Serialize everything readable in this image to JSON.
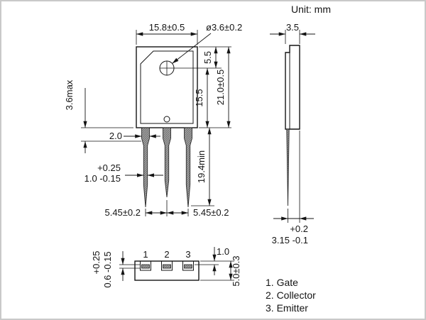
{
  "unit": "Unit: mm",
  "front": {
    "width": "15.8±0.5",
    "hole": "ø3.6±0.2",
    "top_to_hole": "5.5",
    "hole_to_base": "15.5",
    "height": "21.0±0.5",
    "shoulder_max": "3.6max",
    "lead_shoulder_width": "2.0",
    "lead_width_plus": "+0.25",
    "lead_width": "1.0 -0.15",
    "lead_length": "19.4min",
    "pitch_left": "5.45±0.2",
    "pitch_right": "5.45±0.2"
  },
  "side": {
    "width": "3.5",
    "thickness_plus": "+0.2",
    "thickness": "3.15 -0.1"
  },
  "bottom": {
    "pin1": "1",
    "pin2": "2",
    "pin3": "3",
    "lead_thickness_plus": "+0.25",
    "lead_thickness": "0.6 -0.15",
    "lead_offset": "1.0",
    "depth": "5.0±0.3"
  },
  "legend": {
    "gate": "1. Gate",
    "collector": "2. Collector",
    "emitter": "3. Emitter"
  }
}
